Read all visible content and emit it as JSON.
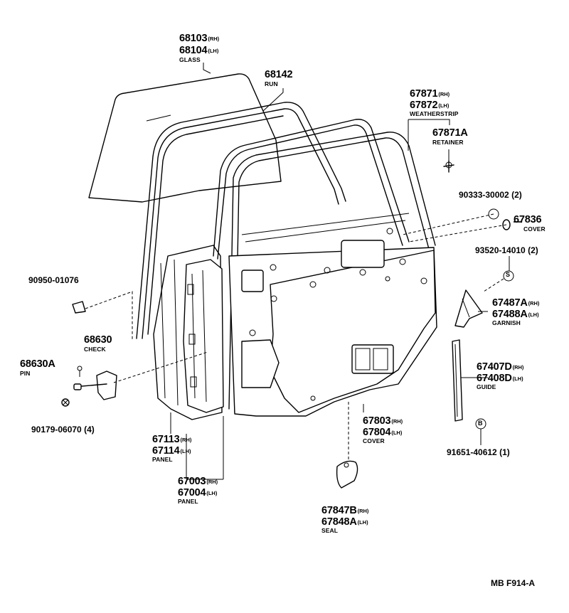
{
  "parts": {
    "glass": {
      "rh": "68103",
      "rh_sfx": "(RH)",
      "lh": "68104",
      "lh_sfx": "(LH)",
      "name": "GLASS"
    },
    "run": {
      "num": "68142",
      "name": "RUN"
    },
    "weatherstrip": {
      "rh": "67871",
      "rh_sfx": "(RH)",
      "lh": "67872",
      "lh_sfx": "(LH)",
      "name": "WEATHERSTRIP"
    },
    "retainer": {
      "num": "67871A",
      "name": "RETAINER"
    },
    "bolt_90333": {
      "num": "90333-30002 (2)"
    },
    "cover_67836": {
      "num": "67836",
      "name": "COVER"
    },
    "screw_93520": {
      "num": "93520-14010 (2)"
    },
    "garnish": {
      "rh": "67487A",
      "rh_sfx": "(RH)",
      "lh": "67488A",
      "lh_sfx": "(LH)",
      "name": "GARNISH"
    },
    "guide": {
      "rh": "67407D",
      "rh_sfx": "(RH)",
      "lh": "67408D",
      "lh_sfx": "(LH)",
      "name": "GUIDE"
    },
    "screw_91651": {
      "num": "91651-40612 (1)"
    },
    "clip_90950": {
      "num": "90950-01076"
    },
    "check": {
      "num": "68630",
      "name": "CHECK"
    },
    "pin": {
      "num": "68630A",
      "name": "PIN"
    },
    "bolt_90179": {
      "num": "90179-06070 (4)"
    },
    "panel_inner": {
      "rh": "67113",
      "rh_sfx": "(RH)",
      "lh": "67114",
      "lh_sfx": "(LH)",
      "name": "PANEL"
    },
    "panel_door": {
      "rh": "67003",
      "rh_sfx": "(RH)",
      "lh": "67004",
      "lh_sfx": "(LH)",
      "name": "PANEL"
    },
    "cover_service": {
      "rh": "67803",
      "rh_sfx": "(RH)",
      "lh": "67804",
      "lh_sfx": "(LH)",
      "name": "COVER"
    },
    "seal": {
      "rh": "67847B",
      "rh_sfx": "(RH)",
      "lh": "67848A",
      "lh_sfx": "(LH)",
      "name": "SEAL"
    }
  },
  "markers": {
    "screw_s": "S",
    "screw_b": "B"
  },
  "figure_ref": "MB F914-A"
}
